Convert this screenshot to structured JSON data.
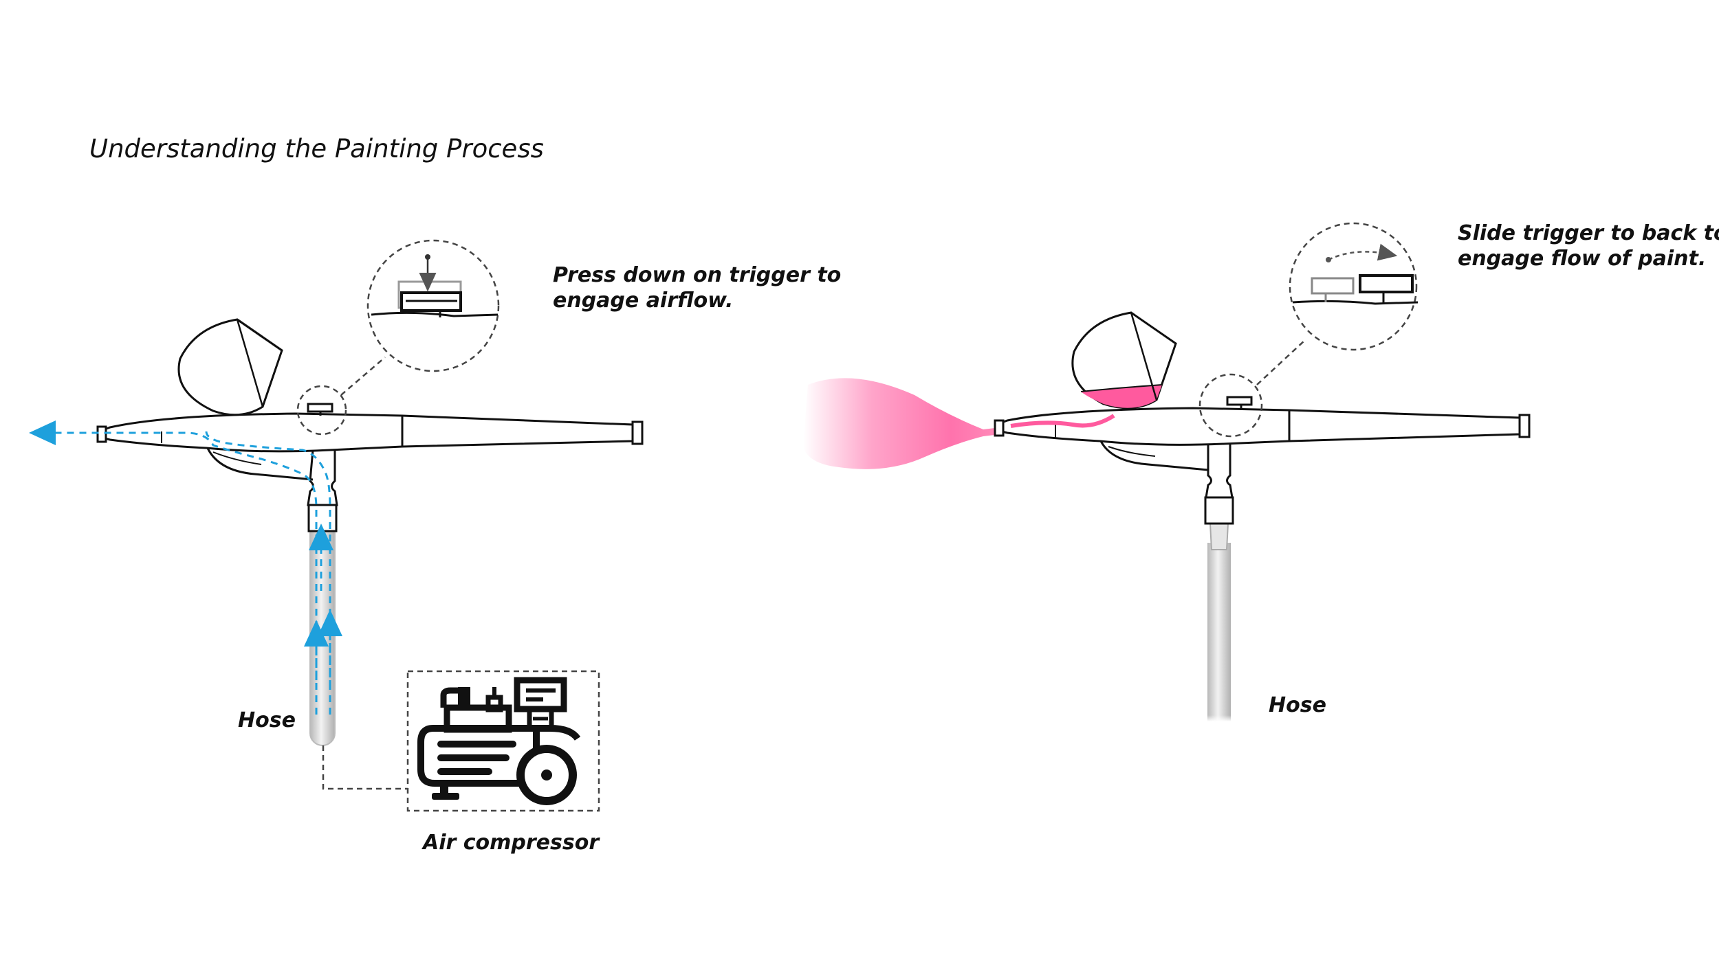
{
  "title": "Understanding the Painting Process",
  "left_panel": {
    "callout": [
      "Press down on trigger to",
      "engage airflow."
    ],
    "hose_label": "Hose",
    "compressor_label": "Air compressor"
  },
  "right_panel": {
    "callout": [
      "Slide trigger to back to",
      "engage flow of paint."
    ],
    "hose_label": "Hose"
  },
  "colors": {
    "outline": "#111111",
    "airflow": "#1ea0dc",
    "paint": "#ff5a9e",
    "dashed": "#444444",
    "hose": "#c9c9c9"
  },
  "icons": {
    "airbrush": "airbrush-icon",
    "compressor": "air-compressor-icon",
    "trigger_zoom": "trigger-magnifier-icon"
  }
}
